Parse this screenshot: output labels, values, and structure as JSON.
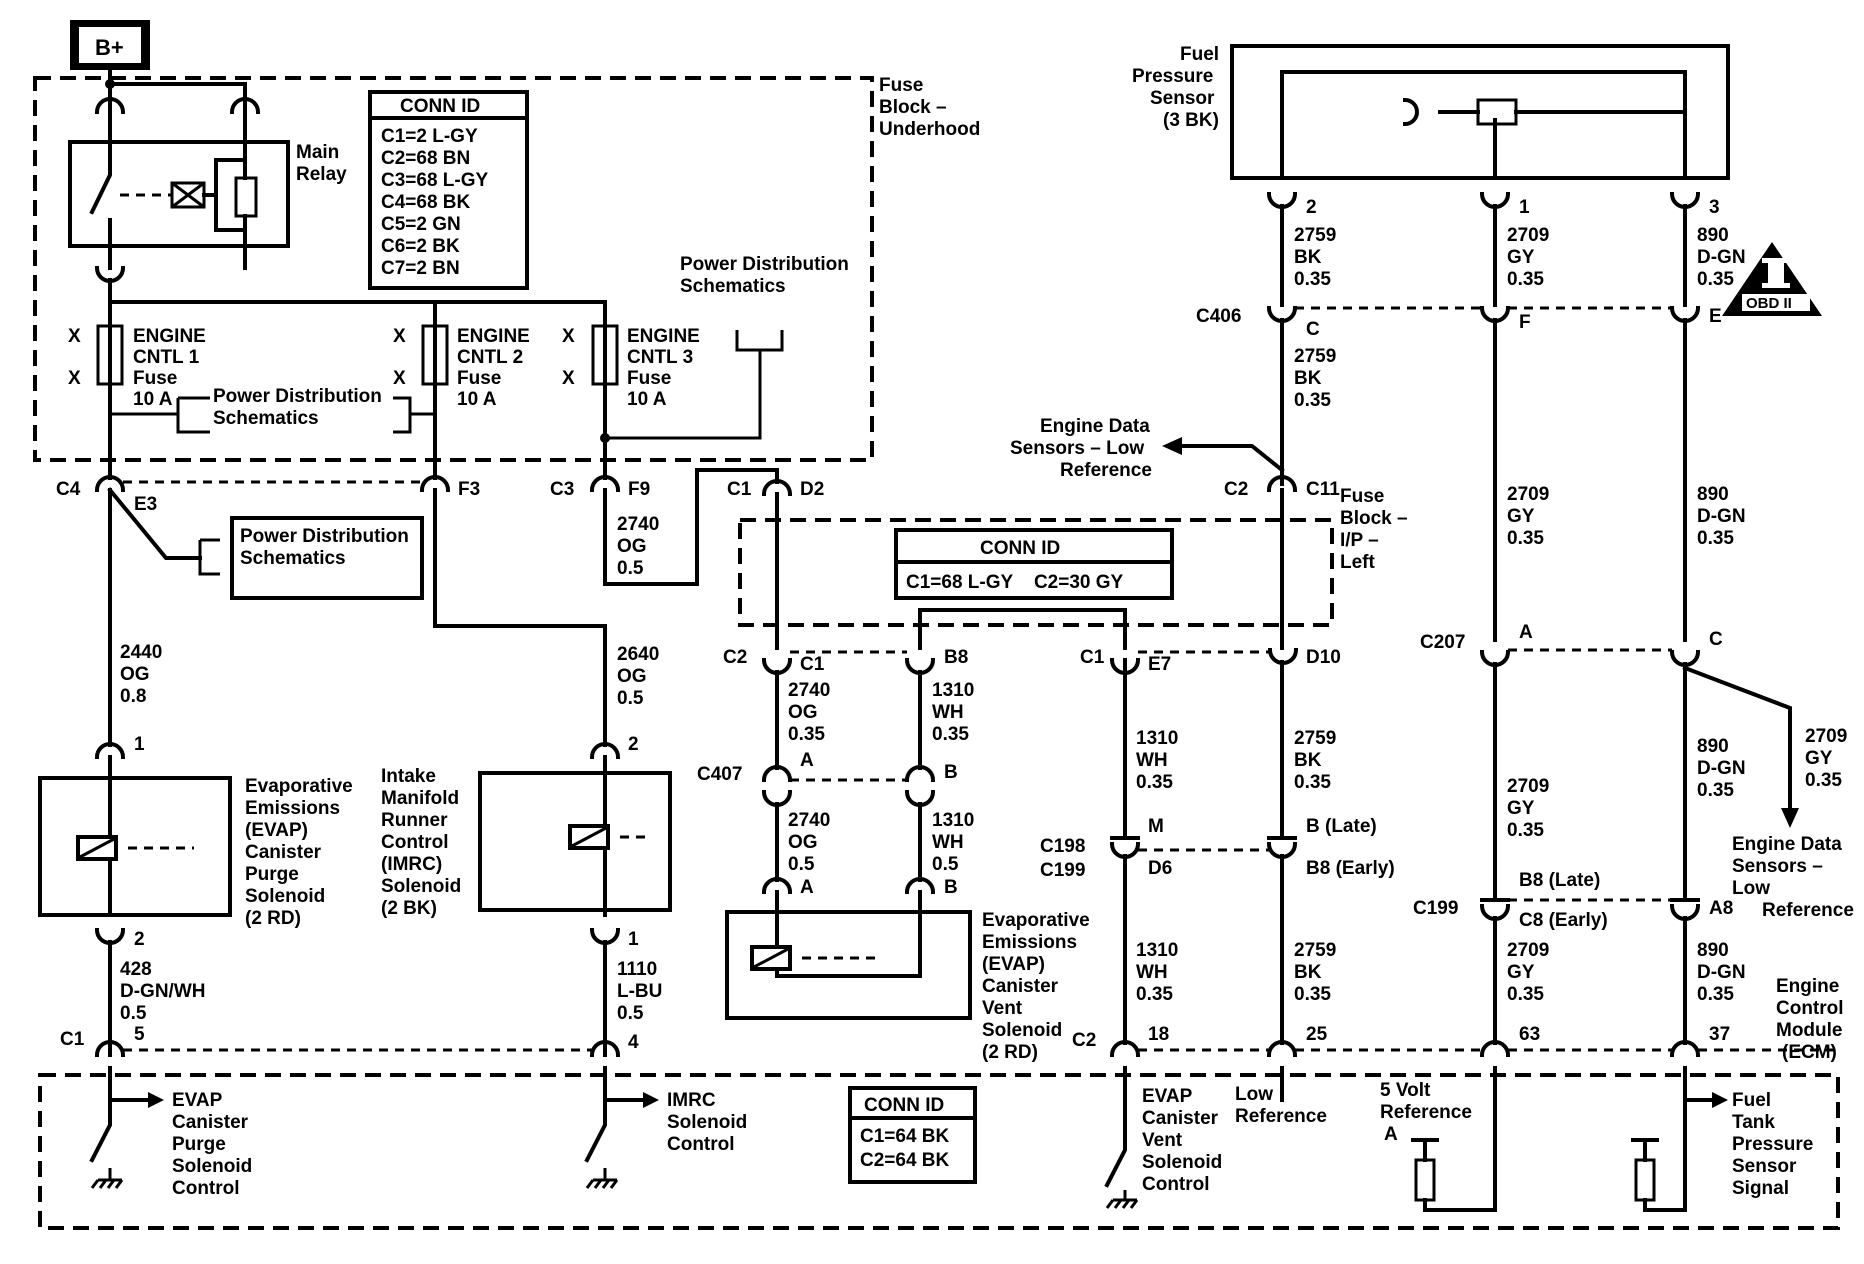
{
  "battery": "B+",
  "fuse_block_underhood": [
    "Fuse",
    "Block –",
    "Underhood"
  ],
  "main_relay": [
    "Main",
    "Relay"
  ],
  "conn_id_1": {
    "title": "CONN ID",
    "rows": [
      "C1=2 L-GY",
      "C2=68 BN",
      "C3=68 L-GY",
      "C4=68 BK",
      "C5=2 GN",
      "C6=2 BK",
      "C7=2 BN"
    ]
  },
  "fuses": {
    "f1": [
      "ENGINE",
      "CNTL 1",
      "Fuse",
      "10 A"
    ],
    "f2": [
      "ENGINE",
      "CNTL 2",
      "Fuse",
      "10 A"
    ],
    "f3": [
      "ENGINE",
      "CNTL 3",
      "Fuse",
      "10 A"
    ]
  },
  "x_mark": "X",
  "power_distribution": [
    "Power Distribution",
    "Schematics"
  ],
  "connectors": {
    "c4": "C4",
    "e3": "E3",
    "f3": "F3",
    "c3": "C3",
    "f9": "F9",
    "c1": "C1",
    "d2": "D2",
    "c2": "C2",
    "c1b": "C1",
    "b8": "B8",
    "e7": "E7",
    "d10": "D10",
    "c407": "C407",
    "a": "A",
    "b": "B",
    "c198": "C198",
    "c199": "C199",
    "m": "M",
    "d6": "D6",
    "b_late": "B (Late)",
    "b8_early": "B8 (Early)",
    "c406": "C406",
    "c": "C",
    "f": "F",
    "e": "E",
    "c11": "C11",
    "c207": "C207",
    "b8_late": "B8 (Late)",
    "c8_early": "C8 (Early)",
    "a8": "A8",
    "pin1": "1",
    "pin2": "2",
    "pin3": "3",
    "pin4": "4",
    "pin5": "5",
    "pin18": "18",
    "pin25": "25",
    "pin63": "63",
    "pin37": "37"
  },
  "wires": {
    "w2440": [
      "2440",
      "OG",
      "0.8"
    ],
    "w2640": [
      "2640",
      "OG",
      "0.5"
    ],
    "w2740a": [
      "2740",
      "OG",
      "0.5"
    ],
    "w2740b": [
      "2740",
      "OG",
      "0.35"
    ],
    "w2740c": [
      "2740",
      "OG",
      "0.5"
    ],
    "w1310a": [
      "1310",
      "WH",
      "0.35"
    ],
    "w1310b": [
      "1310",
      "WH",
      "0.5"
    ],
    "w1310c": [
      "1310",
      "WH",
      "0.35"
    ],
    "w1310d": [
      "1310",
      "WH",
      "0.35"
    ],
    "w428": [
      "428",
      "D-GN/WH",
      "0.5"
    ],
    "w1110": [
      "1110",
      "L-BU",
      "0.5"
    ],
    "w2759a": [
      "2759",
      "BK",
      "0.35"
    ],
    "w2759b": [
      "2759",
      "BK",
      "0.35"
    ],
    "w2759c": [
      "2759",
      "BK",
      "0.35"
    ],
    "w2759d": [
      "2759",
      "BK",
      "0.35"
    ],
    "w2709a": [
      "2709",
      "GY",
      "0.35"
    ],
    "w2709b": [
      "2709",
      "GY",
      "0.35"
    ],
    "w2709c": [
      "2709",
      "GY",
      "0.35"
    ],
    "w2709d": [
      "2709",
      "GY",
      "0.35"
    ],
    "w2709e": [
      "2709",
      "GY",
      "0.35"
    ],
    "w890a": [
      "890",
      "D-GN",
      "0.35"
    ],
    "w890b": [
      "890",
      "D-GN",
      "0.35"
    ],
    "w890c": [
      "890",
      "D-GN",
      "0.35"
    ],
    "w890d": [
      "890",
      "D-GN",
      "0.35"
    ]
  },
  "components": {
    "evap_purge": [
      "Evaporative",
      "Emissions",
      "(EVAP)",
      "Canister",
      "Purge",
      "Solenoid",
      "(2 RD)"
    ],
    "imrc": [
      "Intake",
      "Manifold",
      "Runner",
      "Control",
      "(IMRC)",
      "Solenoid",
      "(2 BK)"
    ],
    "evap_vent": [
      "Evaporative",
      "Emissions",
      "(EVAP)",
      "Canister",
      "Vent",
      "Solenoid",
      "(2 RD)"
    ],
    "fps": [
      "Fuel",
      "Pressure",
      "Sensor",
      "(3 BK)"
    ],
    "ecm": [
      "Engine",
      "Control",
      "Module",
      "(ECM)"
    ]
  },
  "conn_id_2": {
    "title": "CONN ID",
    "row": "C1=68 L-GY    C2=30 GY"
  },
  "conn_id_3": {
    "title": "CONN ID",
    "rows": [
      "C1=64 BK",
      "C2=64 BK"
    ]
  },
  "fuse_block_ip": [
    "Fuse",
    "Block –",
    "I/P –",
    "Left"
  ],
  "eds_low_ref": [
    "Engine Data",
    "Sensors – Low",
    "Reference"
  ],
  "eds_low_ref_2": [
    "Engine Data",
    "Sensors –",
    "Low",
    "Reference"
  ],
  "obd": "OBD II",
  "obd_symbol": "II",
  "ecm_functions": {
    "purge": [
      "EVAP",
      "Canister",
      "Purge",
      "Solenoid",
      "Control"
    ],
    "imrc": [
      "IMRC",
      "Solenoid",
      "Control"
    ],
    "vent": [
      "EVAP",
      "Canister",
      "Vent",
      "Solenoid",
      "Control"
    ],
    "lowref": [
      "Low",
      "Reference"
    ],
    "five_volt": [
      "5 Volt",
      "Reference",
      "A"
    ],
    "ftps": [
      "Fuel",
      "Tank",
      "Pressure",
      "Sensor",
      "Signal"
    ]
  }
}
